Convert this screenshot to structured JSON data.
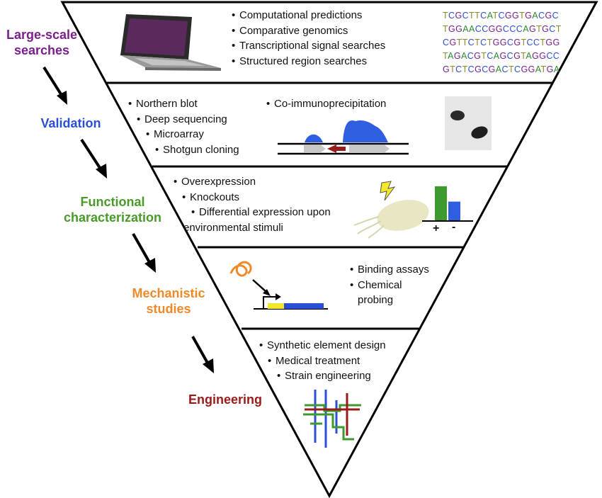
{
  "stages": [
    {
      "id": "large-scale",
      "label_lines": [
        "Large-scale",
        "searches"
      ],
      "color": "#7a1f8c"
    },
    {
      "id": "validation",
      "label_lines": [
        "Validation"
      ],
      "color": "#2a4fd6"
    },
    {
      "id": "functional",
      "label_lines": [
        "Functional",
        "characterization"
      ],
      "color": "#4a9a2a"
    },
    {
      "id": "mechanistic",
      "label_lines": [
        "Mechanistic",
        "studies"
      ],
      "color": "#ef8a2a"
    },
    {
      "id": "engineering",
      "label_lines": [
        "Engineering"
      ],
      "color": "#9a1b1b"
    }
  ],
  "layers": {
    "large_scale": {
      "bullets": [
        "Computational predictions",
        "Comparative genomics",
        "Transcriptional signal searches",
        "Structured region searches"
      ],
      "sequences": [
        "TCGCTTCATCGGTGACGC",
        "TGGAACCGGCCCAGTGCT",
        "CGTTCTCTGGCGTCCTGG",
        "TAGACGTCAGCGTAGGCC",
        "GTCTCGCGACTCGGATGA"
      ],
      "base_colors": {
        "A": "#2e8b2e",
        "C": "#2a4fd6",
        "G": "#7a1f8c",
        "T": "#8c8c2a"
      }
    },
    "validation": {
      "bullets": [
        "Northern blot",
        "Deep sequencing",
        "Microarray",
        "Shotgun cloning"
      ],
      "bullet_right": "Co-immunoprecipitation"
    },
    "functional": {
      "bullets": [
        "Overexpression",
        "Knockouts",
        "Differential expression upon"
      ],
      "continuation": "environmental stimuli",
      "bar_plus": "+",
      "bar_minus": "-",
      "bar_values": {
        "plus": 1.0,
        "minus": 0.55
      }
    },
    "mechanistic": {
      "bullets": [
        "Binding assays",
        "Chemical"
      ],
      "continuation": "probing"
    },
    "engineering": {
      "bullets": [
        "Synthetic element design",
        "Medical treatment",
        "Strain engineering"
      ]
    }
  },
  "icons": {
    "laptop": "laptop-icon",
    "northern_blot": "northern-blot-icon",
    "coverage_plot": "sequencing-coverage-icon",
    "lightning": "lightning-bolt-icon",
    "bacterium": "bacterium-icon",
    "rna_loop": "rna-structure-icon",
    "promoter": "promoter-arrow-icon",
    "circuit": "genetic-circuit-icon",
    "arrow": "down-arrow-icon"
  },
  "colors": {
    "bar_plus": "#3d9a2d",
    "bar_minus": "#2f5fe0",
    "gene_gray": "#c8c8c8",
    "srna_red": "#9a1b1b",
    "yellow": "#f2e82a",
    "blue_gene": "#2a4fd6",
    "orange": "#ef8a2a"
  }
}
